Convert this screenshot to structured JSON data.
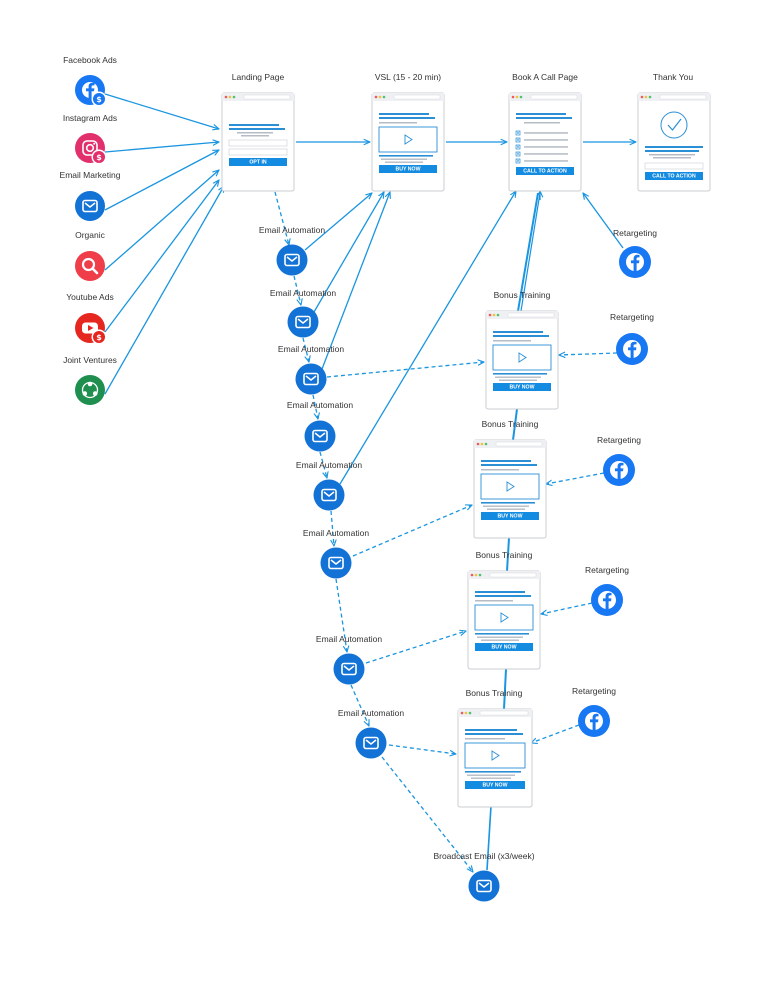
{
  "colors": {
    "arrow": "#1a95e0",
    "email": "#1372d6",
    "facebook": "#1877f2",
    "instagram": "#e1306c",
    "organic": "#ef3e4a",
    "youtube": "#e52720",
    "joint": "#1e8f4e",
    "button": "#138be0",
    "page_border": "#c8ccd2",
    "text_line": "#2b8fd6",
    "grey_line": "#b5bcc5"
  },
  "sources": [
    {
      "label": "Facebook Ads",
      "icon": "facebook-dollar-icon"
    },
    {
      "label": "Instagram Ads",
      "icon": "instagram-dollar-icon"
    },
    {
      "label": "Email Marketing",
      "icon": "email-icon"
    },
    {
      "label": "Organic",
      "icon": "search-icon"
    },
    {
      "label": "Youtube Ads",
      "icon": "youtube-dollar-icon"
    },
    {
      "label": "Joint Ventures",
      "icon": "share-network-icon"
    }
  ],
  "pages": [
    {
      "label": "Landing Page",
      "type": "optin",
      "button": "OPT IN"
    },
    {
      "label": "VSL (15 - 20 min)",
      "type": "video",
      "button": "BUY NOW"
    },
    {
      "label": "Book A Call Page",
      "type": "checklist",
      "button": "CALL TO ACTION"
    },
    {
      "label": "Thank You",
      "type": "thanks",
      "button": "CALL TO ACTION"
    },
    {
      "label": "Bonus Training",
      "type": "video",
      "button": "BUY NOW"
    },
    {
      "label": "Bonus Training",
      "type": "video",
      "button": "BUY NOW"
    },
    {
      "label": "Bonus Training",
      "type": "video",
      "button": "BUY NOW"
    },
    {
      "label": "Bonus Training",
      "type": "video",
      "button": "BUY NOW"
    }
  ],
  "emails": [
    {
      "label": "Email Automation"
    },
    {
      "label": "Email Automation"
    },
    {
      "label": "Email Automation"
    },
    {
      "label": "Email Automation"
    },
    {
      "label": "Email Automation"
    },
    {
      "label": "Email Automation"
    },
    {
      "label": "Email Automation"
    },
    {
      "label": "Email Automation"
    },
    {
      "label": "Broadcast Email (x3/week)"
    }
  ],
  "retargeting": [
    {
      "label": "Retargeting"
    },
    {
      "label": "Retargeting"
    },
    {
      "label": "Retargeting"
    },
    {
      "label": "Retargeting"
    },
    {
      "label": "Retargeting"
    }
  ]
}
